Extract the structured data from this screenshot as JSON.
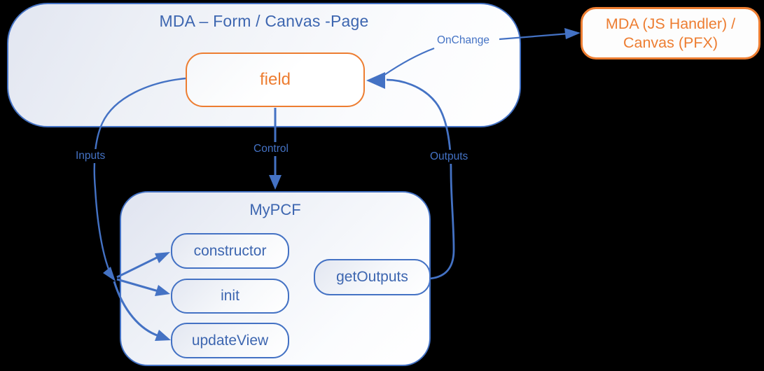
{
  "palette": {
    "blue": "#4472C4",
    "blue_text": "#3D66B0",
    "orange": "#ED7D31",
    "background": "#000000"
  },
  "host": {
    "title": "MDA – Form / Canvas -Page"
  },
  "field": {
    "label": "field"
  },
  "handler": {
    "line1": "MDA (JS Handler) /",
    "line2": "Canvas (PFX)"
  },
  "pcf": {
    "title": "MyPCF",
    "methods": [
      "constructor",
      "init",
      "updateView"
    ],
    "output_method": "getOutputs"
  },
  "labels": {
    "onchange": "OnChange",
    "inputs": "Inputs",
    "control": "Control",
    "outputs": "Outputs"
  }
}
